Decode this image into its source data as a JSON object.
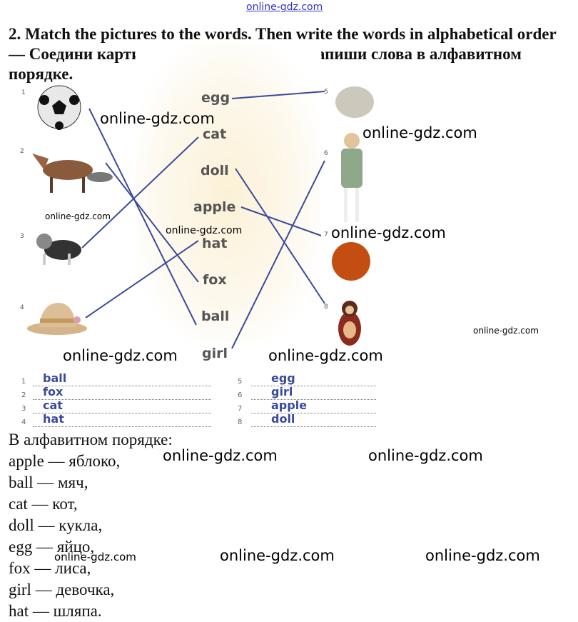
{
  "watermark_top": "online-gdz.com",
  "title": "2. Match the pictures to the words. Then write the words in alphabetical order — Соедини картинки со словами. Затем запиши слова в алфавитном порядке.",
  "pictures": [
    {
      "num": "1",
      "name": "ball"
    },
    {
      "num": "2",
      "name": "fox"
    },
    {
      "num": "3",
      "name": "cat"
    },
    {
      "num": "4",
      "name": "hat"
    },
    {
      "num": "5",
      "name": "egg"
    },
    {
      "num": "6",
      "name": "girl"
    },
    {
      "num": "7",
      "name": "apple"
    },
    {
      "num": "8",
      "name": "doll"
    }
  ],
  "words": [
    "egg",
    "cat",
    "doll",
    "apple",
    "hat",
    "fox",
    "ball",
    "girl"
  ],
  "line_color": "#3b4a9a",
  "answers_left": [
    {
      "num": "1",
      "word": "ball"
    },
    {
      "num": "2",
      "word": "fox"
    },
    {
      "num": "3",
      "word": "cat"
    },
    {
      "num": "4",
      "word": "hat"
    }
  ],
  "answers_right": [
    {
      "num": "5",
      "word": "egg"
    },
    {
      "num": "6",
      "word": "girl"
    },
    {
      "num": "7",
      "word": "apple"
    },
    {
      "num": "8",
      "word": "doll"
    }
  ],
  "order_heading": "В алфавитном порядке:",
  "order": [
    "apple — яблоко,",
    "ball — мяч,",
    "cat — кот,",
    "doll — кукла,",
    "egg — яйцо,",
    "fox — лиса,",
    "girl — девочка,",
    "hat — шляпа."
  ],
  "watermark": "online-gdz.com"
}
